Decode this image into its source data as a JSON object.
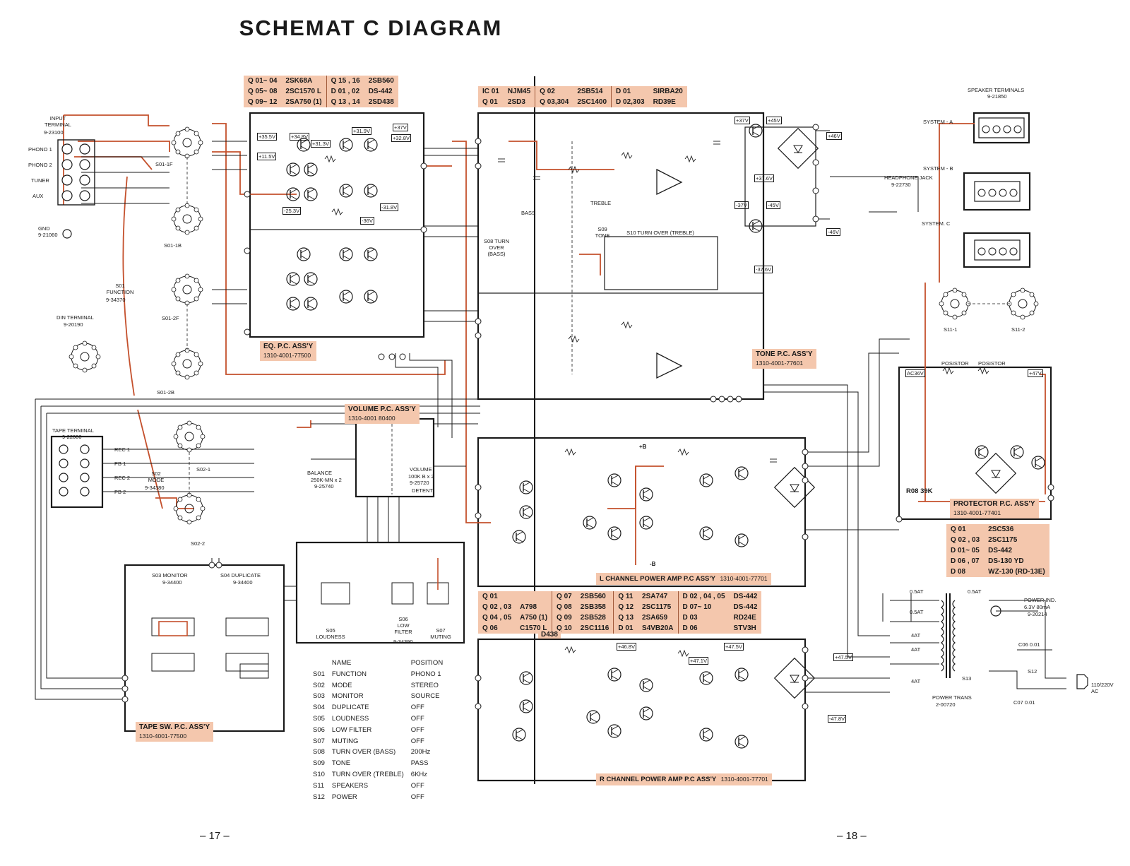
{
  "title": "SCHEMAT C DIAGRAM",
  "pages": {
    "left": "– 17 –",
    "right": "– 18 –"
  },
  "boards": {
    "eq": {
      "name": "EQ. P.C. ASS'Y",
      "part": "1310-4001-77500"
    },
    "tone": {
      "name": "TONE P.C. ASS'Y",
      "part": "1310-4001-77601"
    },
    "volume": {
      "name": "VOLUME P.C. ASS'Y",
      "part": "1310-4001 80400"
    },
    "tape_sw": {
      "name": "TAPE SW. P.C. ASS'Y",
      "part": "1310-4001-77500"
    },
    "l_power": {
      "name": "L CHANNEL POWER AMP P.C ASS'Y",
      "part": "1310-4001-77701"
    },
    "r_power": {
      "name": "R CHANNEL POWER AMP P.C ASS'Y",
      "part": "1310-4001-77701"
    },
    "protector": {
      "name": "PROTECTOR P.C. ASS'Y",
      "part": "1310-4001-77401"
    }
  },
  "eq_table": [
    [
      "Q 01~ 04",
      "2SK68A",
      "Q 15 , 16",
      "2SB560"
    ],
    [
      "Q 05~ 08",
      "2SC1570 L",
      "D 01 , 02",
      "DS-442"
    ],
    [
      "Q 09~ 12",
      "2SA750 (1)",
      "Q 13 , 14",
      "2SD438"
    ]
  ],
  "tone_table": [
    [
      "IC 01",
      "NJM45",
      "Q 02",
      "2SB514",
      "D 01",
      "SIRBA20"
    ],
    [
      "Q 01",
      "2SD3",
      "Q 03,304",
      "2SC1400",
      "D 02,303",
      "RD39E"
    ]
  ],
  "power_table": [
    [
      "Q 01",
      "",
      "Q 07",
      "2SB560",
      "Q 11",
      "2SA747",
      "D 02 , 04 , 05",
      "DS-442"
    ],
    [
      "Q 02 , 03",
      "A798",
      "Q 08",
      "2SB358",
      "Q 12",
      "2SC1175",
      "D 07~ 10",
      "DS-442"
    ],
    [
      "Q 04 , 05",
      "A750 (1)",
      "Q 09",
      "2SB528",
      "Q 13",
      "2SA659",
      "D 03",
      "RD24E"
    ],
    [
      "Q 06",
      "C1570 L",
      "Q 10",
      "2SC1116",
      "D 01",
      "S4VB20A",
      "D 06",
      "STV3H"
    ]
  ],
  "power_table_extra": "D438",
  "protector_table": [
    [
      "Q 01",
      "2SC536"
    ],
    [
      "Q 02 , 03",
      "2SC1175"
    ],
    [
      "D 01~ 05",
      "DS-442"
    ],
    [
      "D 06 , 07",
      "DS-130 YD"
    ],
    [
      "D 08",
      "WZ-130 (RD-13E)"
    ]
  ],
  "switch_legend": {
    "headers": [
      "NAME",
      "POSITION"
    ],
    "rows": [
      [
        "S01",
        "FUNCTION",
        "PHONO 1"
      ],
      [
        "S02",
        "MODE",
        "STEREO"
      ],
      [
        "S03",
        "MONITOR",
        "SOURCE"
      ],
      [
        "S04",
        "DUPLICATE",
        "OFF"
      ],
      [
        "S05",
        "LOUDNESS",
        "OFF"
      ],
      [
        "S06",
        "LOW FILTER",
        "OFF"
      ],
      [
        "S07",
        "MUTING",
        "OFF"
      ],
      [
        "S08",
        "TURN OVER (BASS)",
        "200Hz"
      ],
      [
        "S09",
        "TONE",
        "PASS"
      ],
      [
        "S10",
        "TURN OVER (TREBLE)",
        "6KHz"
      ],
      [
        "S11",
        "SPEAKERS",
        "OFF"
      ],
      [
        "S12",
        "POWER",
        "OFF"
      ]
    ]
  },
  "labels": {
    "input_terminal": "INPUT TERMINAL",
    "input_part": "9-23100",
    "phono1": "PHONO 1",
    "phono2": "PHONO 2",
    "tuner": "TUNER",
    "aux": "AUX",
    "gnd": "GND",
    "gnd_part": "9-21060",
    "din_terminal": "DIN TERMINAL",
    "din_part": "9-20190",
    "tape_terminal": "TAPE TERMINAL",
    "tape_part": "9-22000",
    "rec1": "REC 1",
    "pb1": "PB 1",
    "rec2": "REC 2",
    "pb2": "PB 2",
    "s01": "S01 FUNCTION",
    "s01_part": "9-34370",
    "s01_1f": "S01-1F",
    "s01_1b": "S01-1B",
    "s01_2f": "S01-2F",
    "s01_2b": "S01-2B",
    "s02": "S02 MODE",
    "s02_part": "9-34380",
    "s02_1": "S02-1",
    "s02_2": "S02-2",
    "s03": "S03 MONITOR",
    "s03_part": "9-34400",
    "s04": "S04 DUPLICATE",
    "s04_part": "9-34400",
    "s05": "S05 LOUDNESS",
    "s06": "S06 LOW FILTER",
    "s06_part": "9-34390",
    "s07": "S07 MUTING",
    "s08": "S08 TURN OVER (BASS)",
    "s09": "S09 TONE",
    "s10": "S10 TURN OVER (TREBLE)",
    "treble": "TREBLE",
    "bass": "BASS",
    "balance": "BALANCE",
    "balance_val": "250K-MN x 2",
    "balance_part": "9-25740",
    "volume": "VOLUME",
    "volume_val": "100K B x 2",
    "volume_part": "9-25720",
    "volume_detent": "DETENT",
    "speaker_terminals": "SPEAKER TERMINALS",
    "speaker_part": "9-21850",
    "system_a": "SYSTEM - A",
    "system_b": "SYSTEM - B",
    "system_c": "SYSTEM. C",
    "headphone": "HEADPHONE JACK",
    "headphone_part": "9-22730",
    "s11_1": "S11-1",
    "s11_2": "S11-2",
    "posistor1": "POSISTOR",
    "posistor2": "POSISTOR",
    "power_trans": "POWER TRANS",
    "power_trans_part": "2-00720",
    "power_ind": "POWER IND.",
    "power_ind_val": "6.3V 80mA",
    "power_ind_part": "9-20214",
    "ac_in": "110/220V AC",
    "s12": "S12",
    "s13": "S13",
    "c06": "C06 0.01",
    "c07": "C07 0.01",
    "fuse1": "0.5AT",
    "fuse2": "0.5AT",
    "fuse3": "0.5AT",
    "fuse4": "4AT",
    "fuse5": "4AT",
    "fuse6": "4AT",
    "r08": "R08 39K",
    "volt_37": "+37V",
    "volt_45": "+45V",
    "volt_46": "+46V",
    "volt_m37": "-37V",
    "volt_m45": "-45V",
    "volt_m46": "-46V",
    "volt_375": "+37.6V",
    "volt_m375": "-37.6V",
    "volt_355": "+35.5V",
    "volt_348": "+34.8V",
    "volt_313": "+31.3V",
    "volt_319": "+31.9V",
    "volt_328": "+32.8V",
    "volt_p37": "+37V",
    "volt_115": "+11.5V",
    "volt_253": "-25.3V",
    "volt_318": "-31.8V",
    "volt_36": "-36V",
    "volt_468": "+46.8V",
    "volt_475": "+47.5V",
    "volt_471": "+47.1V",
    "volt_m478": "-47.8V",
    "volt_r1": "+47.5V",
    "volt_ac36": "AC36V",
    "volt_47": "+47V",
    "l_plus_b": "+B",
    "l_minus_b": "-B"
  },
  "colors": {
    "accent_line": "#c4502c",
    "label_bg": "#f4c7ad",
    "ink": "#1a1a1a"
  }
}
